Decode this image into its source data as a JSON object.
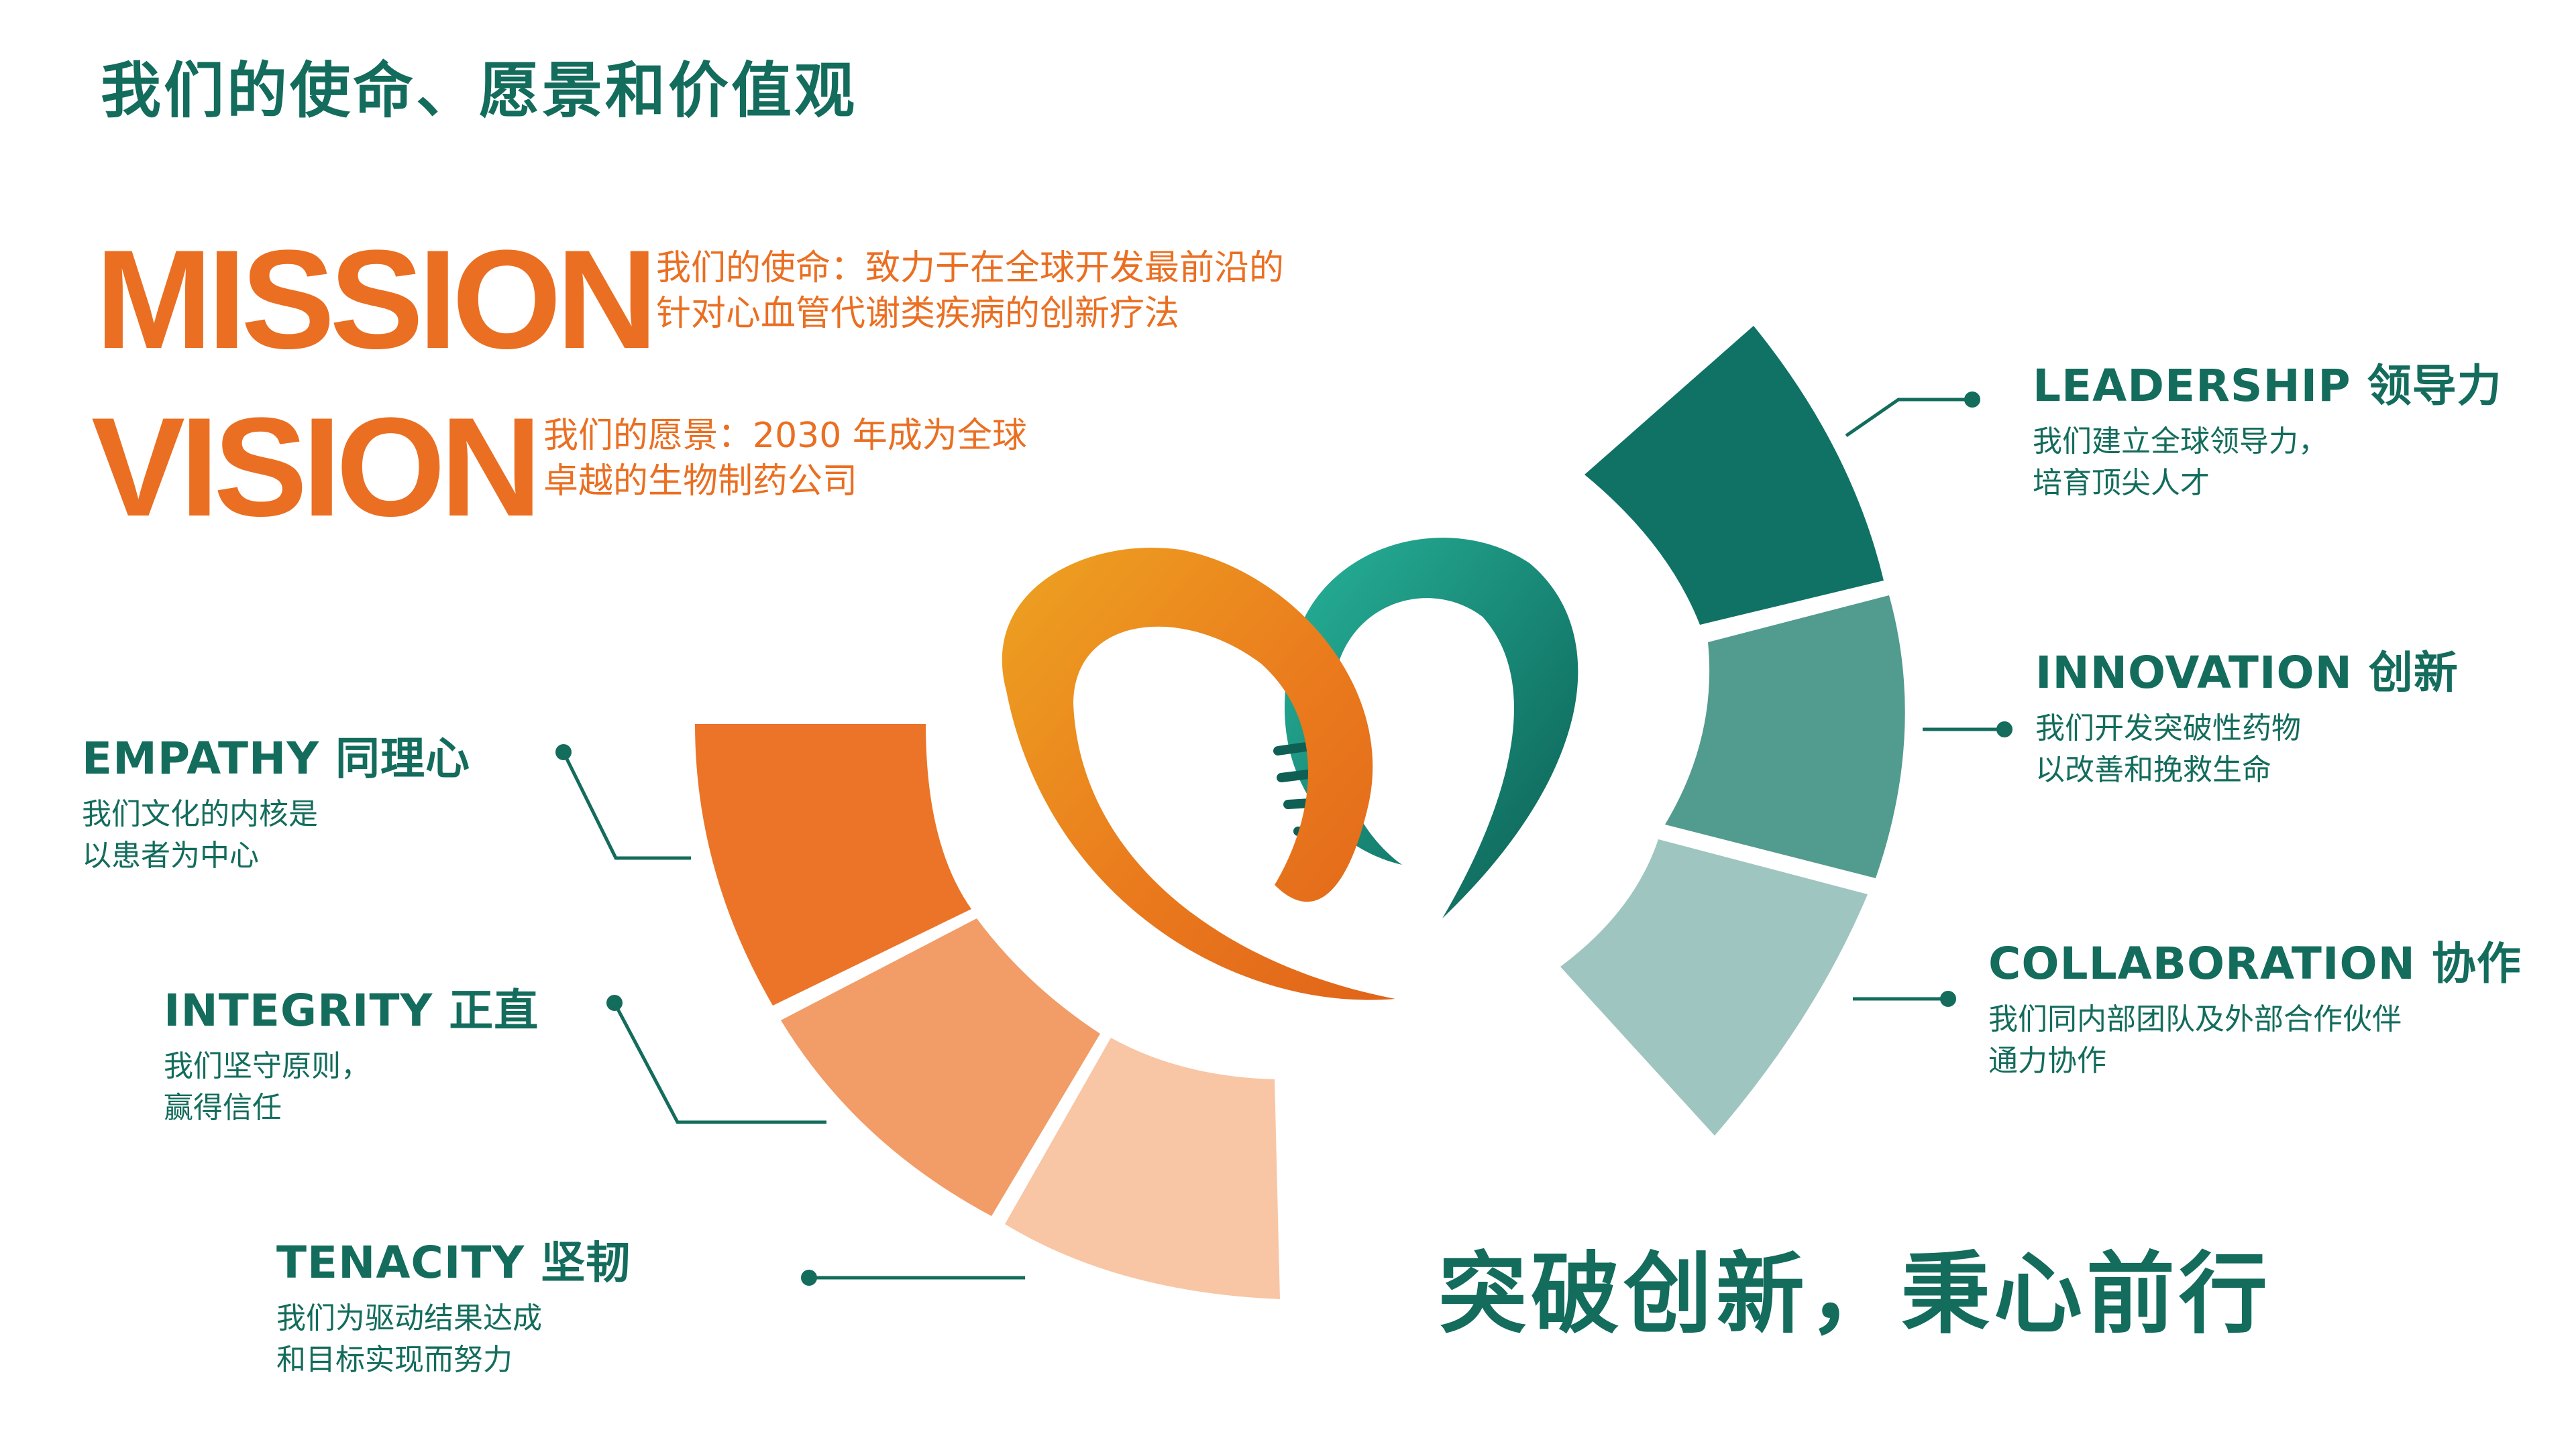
{
  "page_title": "我们的使命、愿景和价值观",
  "mission": {
    "word": "MISSION",
    "line1": "我们的使命：致力于在全球开发最前沿的",
    "line2": "针对心血管代谢类疾病的创新疗法"
  },
  "vision": {
    "word": "VISION",
    "line1": "我们的愿景：2030 年成为全球",
    "line2": "卓越的生物制药公司"
  },
  "values": {
    "empathy": {
      "title": "EMPATHY 同理心",
      "line1": "我们文化的内核是",
      "line2": "以患者为中心"
    },
    "integrity": {
      "title": "INTEGRITY 正直",
      "line1": "我们坚守原则，",
      "line2": "赢得信任"
    },
    "tenacity": {
      "title": "TENACITY 坚韧",
      "line1": "我们为驱动结果达成",
      "line2": "和目标实现而努力"
    },
    "leadership": {
      "title": "LEADERSHIP 领导力",
      "line1": "我们建立全球领导力，",
      "line2": "培育顶尖人才"
    },
    "innovation": {
      "title": "INNOVATION 创新",
      "line1": "我们开发突破性药物",
      "line2": "以改善和挽救生命"
    },
    "collaboration": {
      "title": "COLLABORATION 协作",
      "line1": "我们同内部团队及外部合作伙伴",
      "line2": "通力协作"
    }
  },
  "slogan": "突破创新，秉心前行",
  "colors": {
    "brand_green": "#136c5c",
    "brand_orange": "#ea6f22",
    "orange_1": "#eb7428",
    "orange_2": "#f29c67",
    "orange_3": "#f8c6a4",
    "green_1": "#0f7265",
    "green_2": "#529b8f",
    "green_3": "#9fc5c0"
  }
}
